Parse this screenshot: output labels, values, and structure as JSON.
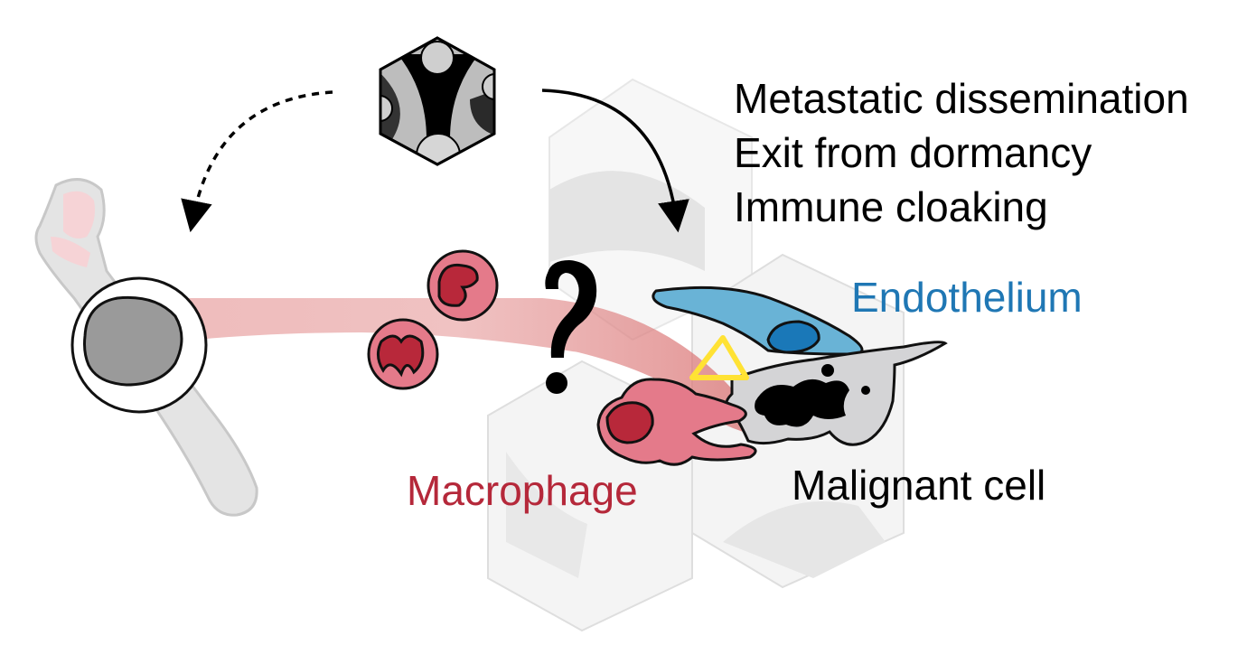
{
  "effects": [
    "Metastatic dissemination",
    "Exit from dormancy",
    "Immune cloaking"
  ],
  "labels": {
    "endothelium": "Endothelium",
    "macrophage": "Macrophage",
    "malignant": "Malignant cell"
  },
  "colors": {
    "endothelium_text": "#1f77b4",
    "macrophage_text": "#b5283a",
    "endothelium_fill": "#69b3d6",
    "endothelium_nucleus": "#1a78b8",
    "macrophage_fill": "#e47a8a",
    "macrophage_nucleus": "#b8283a",
    "malignant_fill": "#d4d4d6",
    "tissue_hex": "#efefef",
    "trail": "#e8a0a0",
    "indicator": "#ffe234"
  },
  "icons": [
    "bone-icon",
    "stem-cell-icon",
    "niche-hexagon-icon",
    "question-mark-icon",
    "dashed-arrow-icon",
    "solid-arrow-icon",
    "triangle-icon"
  ]
}
